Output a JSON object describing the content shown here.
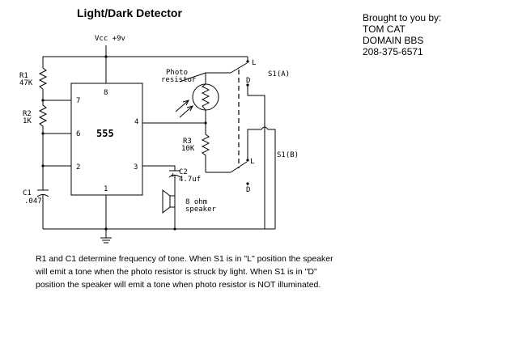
{
  "title": "Light/Dark Detector",
  "credits": [
    "Brought to you by:",
    "TOM CAT",
    "DOMAIN BBS",
    "208-375-6571"
  ],
  "supply": "Vcc +9v",
  "ic": {
    "name": "555",
    "pins": [
      "8",
      "7",
      "6",
      "2",
      "4",
      "3",
      "1"
    ]
  },
  "components": {
    "r1": [
      "R1",
      "47K"
    ],
    "r2": [
      "R2",
      "1K"
    ],
    "c1": [
      "C1",
      ".047"
    ],
    "photo": [
      "Photo",
      "resistor"
    ],
    "r3": [
      "R3",
      "10K"
    ],
    "c2_plus": "+",
    "c2": [
      "C2",
      "4.7uf"
    ],
    "speaker": [
      "8 ohm",
      "speaker"
    ]
  },
  "switch": {
    "a": "S1(A)",
    "b": "S1(B)",
    "l": "L",
    "d": "D"
  },
  "caption": [
    "R1 and C1 determine frequency of tone.  When S1 is in \"L\" position the speaker",
    "will emit a tone when the photo resistor is struck by light.  When S1 is in \"D\"",
    "position the speaker will emit a tone when photo resistor is NOT illuminated."
  ]
}
